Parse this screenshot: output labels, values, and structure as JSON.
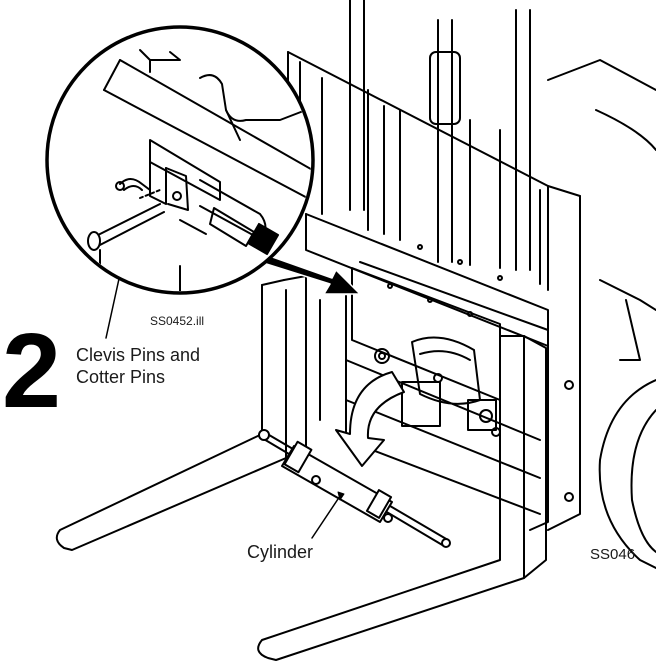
{
  "step_number": "2",
  "callouts": {
    "detail_ref": "SS0452.ill",
    "pins_line1": "Clevis Pins and",
    "pins_line2": "Cotter Pins",
    "cylinder": "Cylinder",
    "figure_ref": "SS046"
  }
}
